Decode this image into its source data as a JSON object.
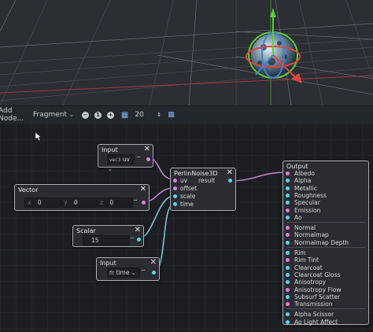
{
  "toolbar": {
    "add_node_label": "Add Node...",
    "mode_select": "Fragment",
    "zoom_value": "20"
  },
  "nodes": {
    "input_uv": {
      "title": "Input",
      "type_label": "vec3",
      "value": "uv"
    },
    "vector": {
      "title": "Vector",
      "x_label": "x",
      "x_value": "0",
      "y_label": "y",
      "y_value": "0",
      "z_label": "z",
      "z_value": "0"
    },
    "scalar": {
      "title": "Scalar",
      "value": "15"
    },
    "input_time": {
      "title": "Input",
      "type_label": "flt",
      "value": "time"
    },
    "perlin": {
      "title": "PerlinNoise3D",
      "inputs": [
        "uv",
        "offset",
        "scale",
        "time"
      ],
      "output": "result"
    },
    "output": {
      "title": "Output",
      "group1": [
        "Albedo",
        "Alpha",
        "Metallic",
        "Roughness",
        "Specular",
        "Emission",
        "Ao"
      ],
      "group2": [
        "Normal",
        "Normalmap",
        "Normalmap Depth"
      ],
      "group3": [
        "Rim",
        "Rim Tint",
        "Clearcoat",
        "Clearcoat Gloss",
        "Anisotropy",
        "Anisotropy Flow",
        "Subsurf Scatter",
        "Transmission"
      ],
      "group4": [
        "Alpha Scissor",
        "Ao Light Affect"
      ]
    }
  },
  "colors": {
    "vector_port": "#e37be6",
    "scalar_port": "#56d6f0",
    "grid_red_axis": "#e0443f",
    "grid_green_axis": "#5ccf3a"
  }
}
